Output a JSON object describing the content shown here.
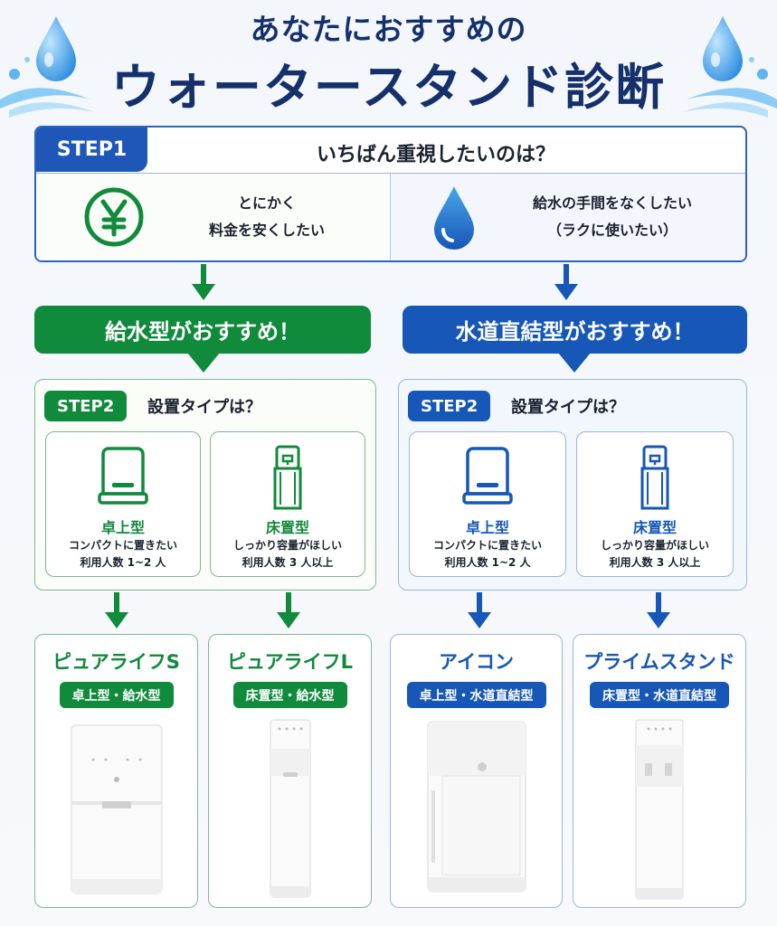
{
  "header": {
    "line1": "あなたにおすすめの",
    "line2": "ウォータースタンド診断"
  },
  "step1": {
    "badge": "STEP1",
    "question": "いちばん重視したいのは？",
    "options": [
      {
        "line1": "とにかく",
        "line2": "料金を安くしたい",
        "icon": "yen-icon",
        "color": "#108a3b"
      },
      {
        "line1": "給水の手間をなくしたい",
        "line2": "（ラクに使いたい）",
        "icon": "water-drop-icon",
        "color": "#1657b7"
      }
    ]
  },
  "results": [
    {
      "label": "給水型がおすすめ！",
      "color": "#108a3b"
    },
    {
      "label": "水道直結型がおすすめ！",
      "color": "#1657b7"
    }
  ],
  "step2": [
    {
      "badge": "STEP2",
      "question": "設置タイプは？",
      "cards": [
        {
          "title": "卓上型",
          "desc1": "コンパクトに置きたい",
          "desc2": "利用人数 1~2 人",
          "icon": "desktop-unit-icon"
        },
        {
          "title": "床置型",
          "desc1": "しっかり容量がほしい",
          "desc2": "利用人数 3 人以上",
          "icon": "floor-unit-icon"
        }
      ]
    },
    {
      "badge": "STEP2",
      "question": "設置タイプは？",
      "cards": [
        {
          "title": "卓上型",
          "desc1": "コンパクトに置きたい",
          "desc2": "利用人数 1~2 人",
          "icon": "desktop-unit-icon"
        },
        {
          "title": "床置型",
          "desc1": "しっかり容量がほしい",
          "desc2": "利用人数 3 人以上",
          "icon": "floor-unit-icon"
        }
      ]
    }
  ],
  "products": [
    {
      "name": "ピュアライフS",
      "tag": "卓上型・給水型"
    },
    {
      "name": "ピュアライフL",
      "tag": "床置型・給水型"
    },
    {
      "name": "アイコン",
      "tag": "卓上型・水道直結型"
    },
    {
      "name": "プライムスタンド",
      "tag": "床置型・水道直結型"
    }
  ],
  "colors": {
    "green": "#108a3b",
    "blue": "#1657b7",
    "navy": "#15306b"
  }
}
